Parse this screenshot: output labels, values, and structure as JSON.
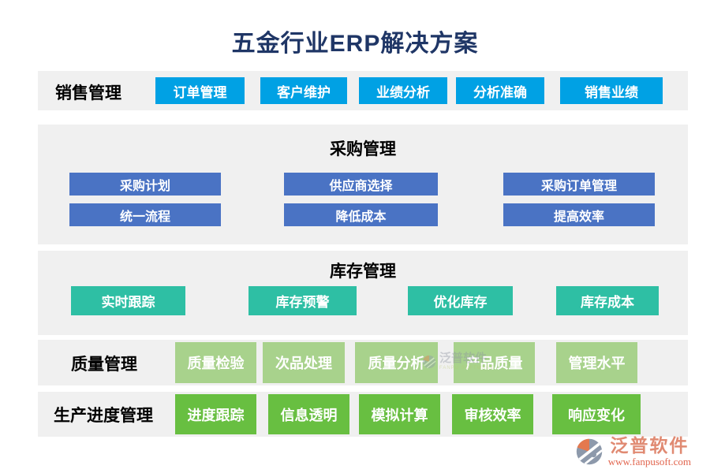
{
  "title": "五金行业ERP解决方案",
  "colors": {
    "title": "#1f3666",
    "panel_bg": "#f0f0f0",
    "sales_button": "#00a1e4",
    "purchase_button": "#4a73c4",
    "inventory_button": "#2ebfa4",
    "quality_button": "#a8d28c",
    "production_button": "#68bf41",
    "button_text": "#ffffff",
    "label_text": "#000000",
    "logo_text": "#e08a72",
    "logo_url_text": "#e2654e"
  },
  "sections": {
    "sales": {
      "label": "销售管理",
      "buttons": [
        "订单管理",
        "客户维护",
        "业绩分析",
        "分析准确",
        "销售业绩"
      ]
    },
    "purchase": {
      "title": "采购管理",
      "rows": [
        [
          "采购计划",
          "供应商选择",
          "采购订单管理"
        ],
        [
          "统一流程",
          "降低成本",
          "提高效率"
        ]
      ]
    },
    "inventory": {
      "title": "库存管理",
      "buttons": [
        "实时跟踪",
        "库存预警",
        "优化库存",
        "库存成本"
      ]
    },
    "quality": {
      "label": "质量管理",
      "buttons": [
        "质量检验",
        "次品处理",
        "质量分析",
        "产品质量",
        "管理水平"
      ]
    },
    "production": {
      "label": "生产进度管理",
      "buttons": [
        "进度跟踪",
        "信息透明",
        "模拟计算",
        "审核效率",
        "响应变化"
      ]
    }
  },
  "watermark": {
    "name": "泛普软件",
    "subtext": "FANPU SOFTWARE"
  },
  "logo": {
    "name": "泛普软件",
    "url": "www.fanpusoft.com"
  }
}
